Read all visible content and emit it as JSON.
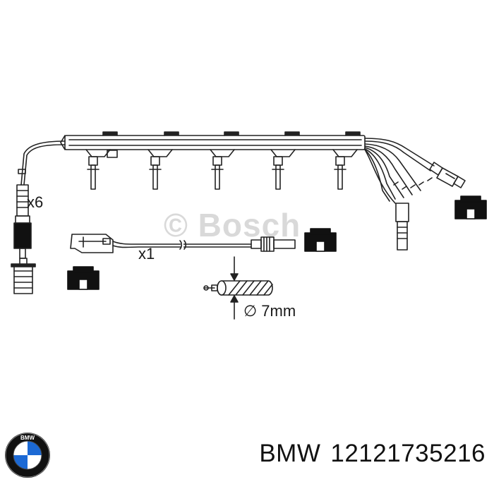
{
  "watermark": {
    "text": "© Bosch"
  },
  "labels": {
    "wire_quantity_main": "x6",
    "wire_quantity_single": "x1",
    "diameter": "∅ 7mm"
  },
  "brand": {
    "name": "BMW",
    "part_number": "12121735216",
    "logo_icon": "bmw-roundel-icon",
    "logo_colors": {
      "blue": "#1c69d4",
      "white": "#ffffff",
      "ring": "#000000"
    }
  },
  "colors": {
    "line": "#222222",
    "watermark": "#d9d9d9"
  }
}
